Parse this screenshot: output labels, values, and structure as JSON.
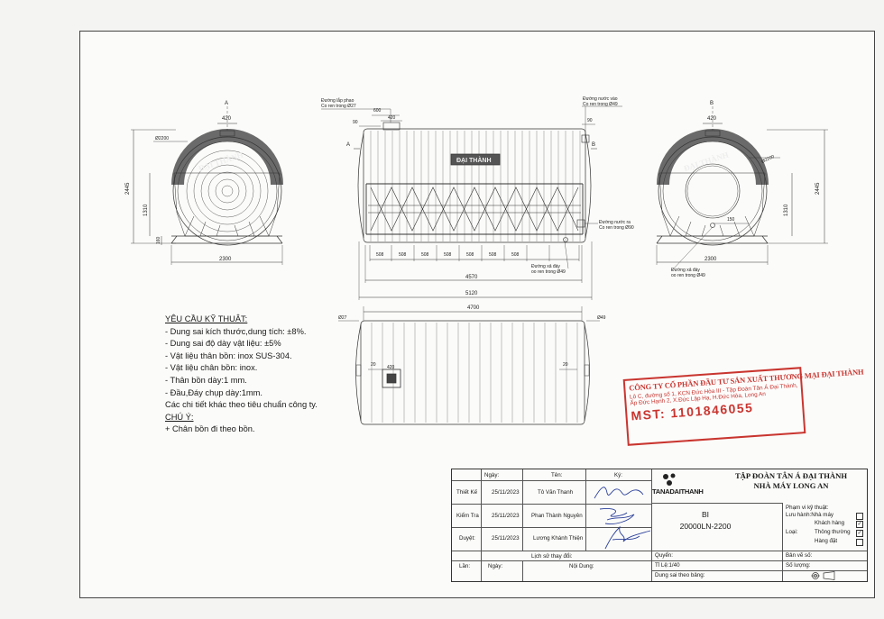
{
  "views": {
    "section_a_label": "A",
    "section_b_label": "B",
    "front_a": "A",
    "front_b": "B",
    "brand_text": "ĐẠI THÀNH",
    "left": {
      "top_width": "420",
      "dia": "Ø2200",
      "height": "2445",
      "leg_height": "1310",
      "base": "160",
      "base_width": "2300"
    },
    "front": {
      "pipe_label_1": "Đường lắp phao",
      "pipe_label_2": "Co ren trong Ø27",
      "d600": "600",
      "d90a": "90",
      "d420": "420",
      "inlet_1": "Đường nước vào",
      "inlet_2": "Co ren trong Ø49",
      "d90b": "90",
      "outlet_1": "Đường nước ra",
      "outlet_2": "Co ren trong Ø90",
      "drain_1": "Đường xả đáy",
      "drain_2": "oo ren trong Ø49",
      "spacing": [
        "508",
        "508",
        "508",
        "508",
        "508",
        "508",
        "508"
      ],
      "inner_len": "4570",
      "total_len": "5120"
    },
    "right": {
      "top_width": "420",
      "dia": "Ø2200",
      "height": "2445",
      "leg_height": "1310",
      "d150": "150",
      "base_width": "2300",
      "drain_1": "Đường xả đáy",
      "drain_2": "oo ren trong Ø49"
    },
    "top": {
      "length": "4700",
      "left_fitting": "Ø27",
      "right_fitting": "Ø49",
      "manhole": "420",
      "d20a": "20",
      "d20b": "20"
    }
  },
  "requirements": {
    "heading": "YÊU CẦU KỸ THUẬT:",
    "items": [
      "- Dung sai kích thước,dung tích: ±8%.",
      "- Dung sai độ dày vật liệu: ±5%",
      "- Vật liệu thân bồn: inox SUS-304.",
      "- Vật liệu chân bồn: inox.",
      "- Thân bồn dày:1 mm.",
      "- Đầu,Đáy chụp dày:1mm."
    ],
    "other": "Các chi tiết khác theo tiêu chuẩn công ty.",
    "note_heading": "CHÚ Ý:",
    "note": "+ Chân bồn đi theo bồn."
  },
  "stamp": {
    "line1": "CÔNG TY CỔ PHẦN ĐẦU TƯ SẢN XUẤT THƯƠNG MẠI ĐẠI THÀNH",
    "line2": "Lô C, đường số 1, KCN Đức Hòa III - Tập Đoàn Tân Á Đại Thành,",
    "line3": "Ấp Đức Hạnh 2, X.Đức Lập Hạ, H.Đức Hòa, Long An",
    "line4": "MST: 1101846055"
  },
  "title_block": {
    "col_date": "Ngày:",
    "col_name": "Tên:",
    "col_sign": "Ký:",
    "rows": [
      {
        "role": "Thiết Kế",
        "date": "25/11/2023",
        "name": "Tô Văn Thanh"
      },
      {
        "role": "Kiểm Tra",
        "date": "25/11/2023",
        "name": "Phan Thành Nguyên"
      },
      {
        "role": "Duyệt:",
        "date": "25/11/2023",
        "name": "Lương Khánh Thiện"
      }
    ],
    "history": "Lịch sử thay đổi:",
    "rev": "Lần:",
    "rev_date": "Ngày:",
    "rev_content": "Nội Dung:",
    "company_1": "TẬP ĐOÀN TÂN Á ĐẠI THÀNH",
    "company_2": "NHÀ MÁY LONG AN",
    "logo": "TANADAITHANH",
    "drawing_code": "BI",
    "drawing_name": "20000LN-2200",
    "scope_title": "Phạm vi kỹ thuật:",
    "scope_1": "Lưu hành:Nhà máy",
    "scope_2": "Khách hàng",
    "type_label": "Loại:",
    "type_1": "Thông thường",
    "type_2": "Hàng đặt",
    "book": "Quyển:",
    "scale": "Tỉ Lệ:1/40",
    "tolerance": "Dung sai theo bảng:",
    "version": "Bản vẽ số:",
    "quantity": "Số lượng:"
  }
}
